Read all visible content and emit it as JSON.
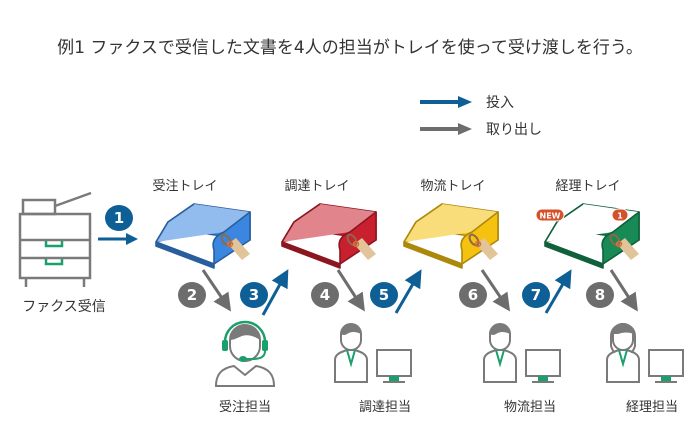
{
  "title": "例1 ファクスで受信した文書を4人の担当がトレイを使って受け渡しを行う。",
  "legend": {
    "put": {
      "label": "投入",
      "color": "#0e5f96"
    },
    "take": {
      "label": "取り出し",
      "color": "#6d6d6d"
    }
  },
  "fax": {
    "label": "ファクス受信",
    "icon": "fax-machine-icon"
  },
  "trays": [
    {
      "label": "受注トレイ",
      "color": "#3b86e0",
      "icon": "tray-icon"
    },
    {
      "label": "調達トレイ",
      "color": "#c8202e",
      "icon": "tray-icon"
    },
    {
      "label": "物流トレイ",
      "color": "#f5c20f",
      "icon": "tray-icon"
    },
    {
      "label": "経理トレイ",
      "color": "#178a55",
      "icon": "tray-icon",
      "badge_new": "NEW",
      "badge_count": "1"
    }
  ],
  "staff": [
    {
      "label": "受注担当",
      "icon": "operator-headset-icon"
    },
    {
      "label": "調達担当",
      "icon": "person-computer-icon"
    },
    {
      "label": "物流担当",
      "icon": "person-computer-icon"
    },
    {
      "label": "経理担当",
      "icon": "person-computer-icon"
    }
  ],
  "steps": [
    {
      "num": "1",
      "type": "put"
    },
    {
      "num": "2",
      "type": "take"
    },
    {
      "num": "3",
      "type": "put"
    },
    {
      "num": "4",
      "type": "take"
    },
    {
      "num": "5",
      "type": "put"
    },
    {
      "num": "6",
      "type": "take"
    },
    {
      "num": "7",
      "type": "put"
    },
    {
      "num": "8",
      "type": "take"
    }
  ],
  "colors": {
    "accent_green": "#1aa06a",
    "icon_gray": "#7a7a7a",
    "tag": "#e2c49b",
    "tag_ring": "#e06a2c",
    "badge": "#d4522a"
  }
}
